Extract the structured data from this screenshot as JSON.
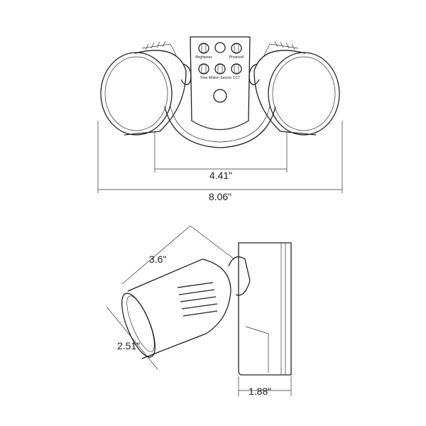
{
  "front_view": {
    "dimensions": {
      "inner_width": "4.41\"",
      "overall_width": "8.06\""
    },
    "controls": [
      "Brightness",
      "Photocell",
      "Time",
      "Motion Sensor",
      "CCT"
    ]
  },
  "side_view": {
    "dimensions": {
      "head_length": "3.6\"",
      "head_diameter": "2.51\"",
      "depth": "1.88\""
    }
  },
  "colors": {
    "line": "#222222",
    "background": "#ffffff"
  }
}
